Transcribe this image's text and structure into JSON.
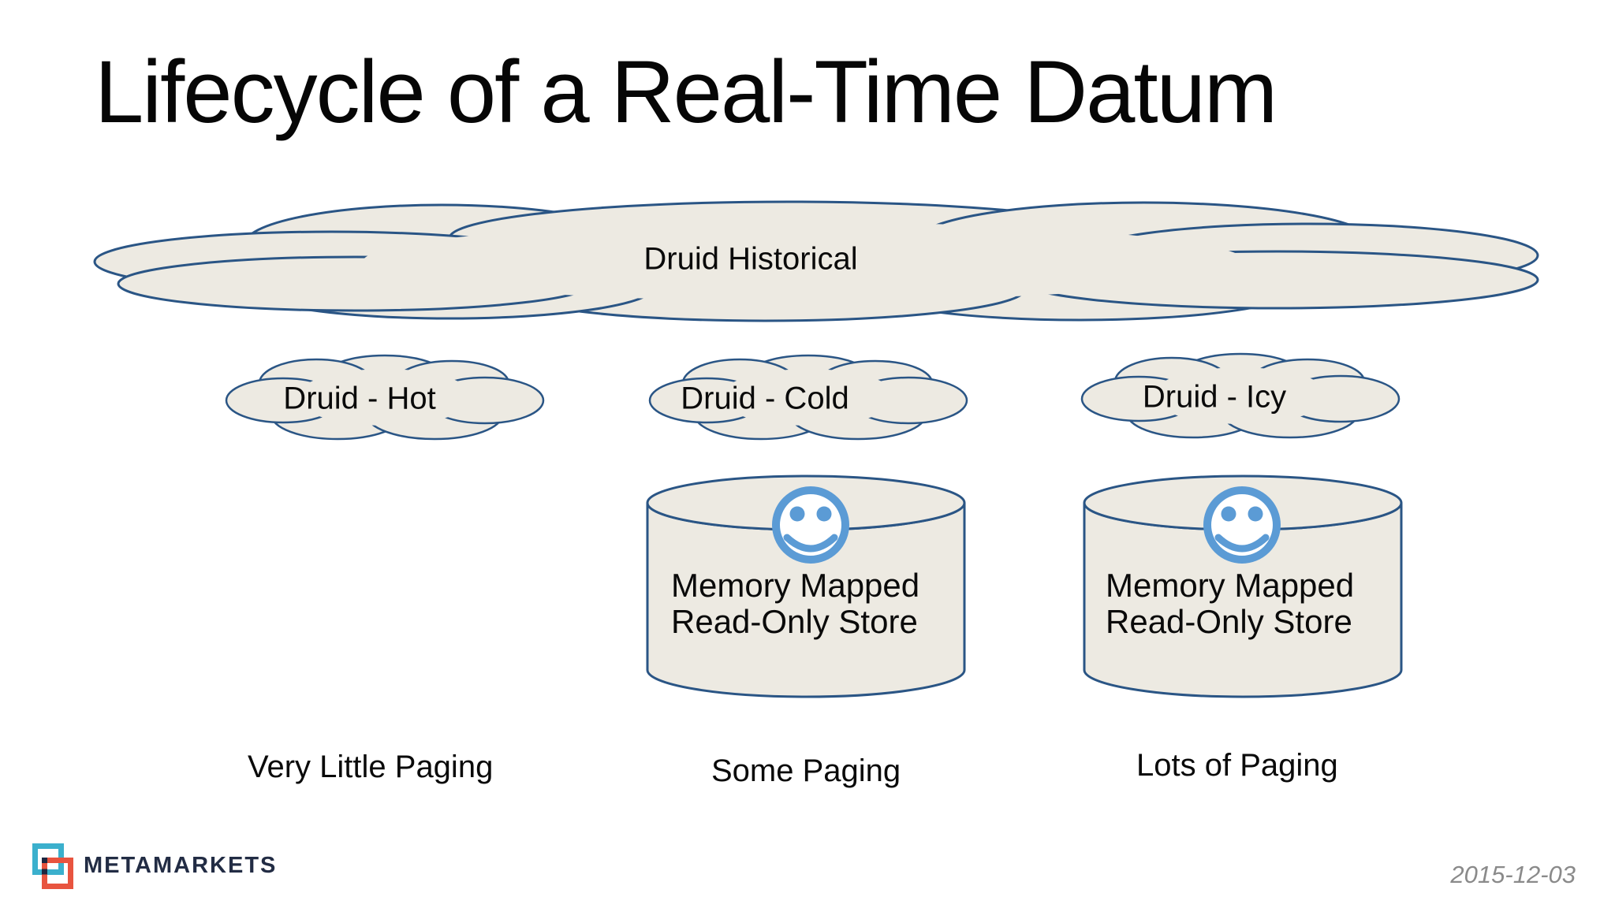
{
  "slide": {
    "title": "Lifecycle of a Real-Time Datum",
    "date": "2015-12-03"
  },
  "clouds": {
    "historical": {
      "label": "Druid Historical"
    },
    "hot": {
      "label": "Druid - Hot"
    },
    "cold": {
      "label": "Druid - Cold"
    },
    "icy": {
      "label": "Druid - Icy"
    }
  },
  "stores": [
    {
      "line1": "Memory Mapped",
      "line2": "Read-Only Store"
    },
    {
      "line1": "Memory Mapped",
      "line2": "Read-Only Store"
    }
  ],
  "captions": [
    "Very Little Paging",
    "Some Paging",
    "Lots of Paging"
  ],
  "brand": {
    "name": "METAMARKETS"
  },
  "colors": {
    "shape_fill": "#edeae2",
    "shape_stroke": "#2a5585",
    "smiley_blue": "#5b9bd5",
    "logo_blue": "#3bb0cd",
    "logo_orange": "#e8543f",
    "logo_navy": "#1d2740",
    "date_gray": "#8a8a8a"
  }
}
